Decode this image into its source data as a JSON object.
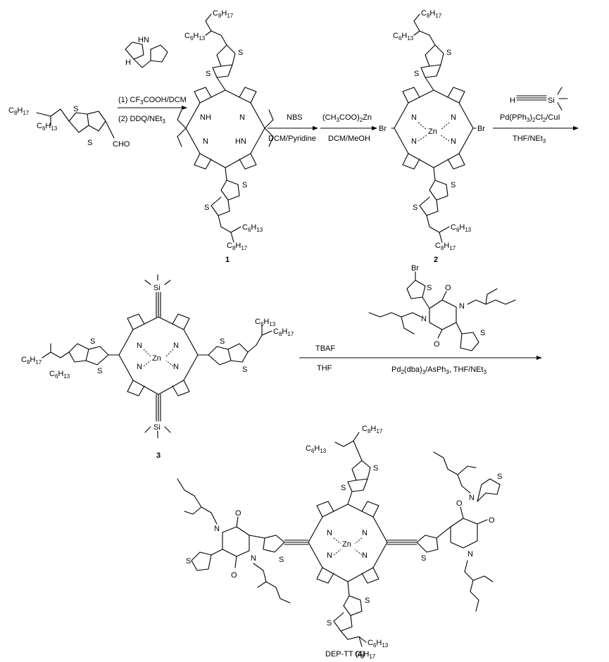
{
  "scheme": {
    "step1": {
      "reagent1": "(1) CF3COOH/DCM",
      "reagent2": "(2) DDQ/NEt3"
    },
    "step2": {
      "above": "NBS",
      "below": "DCM/Pyridine"
    },
    "step3": {
      "above": "(CH3COO)2Zn",
      "below": "DCM/MeOH"
    },
    "step4": {
      "above": "Pd(PPh3)2Cl2/CuI",
      "below": "THF/NEt3"
    },
    "step5": {
      "above": "TBAF",
      "below": "THF"
    },
    "step6": {
      "below": "Pd2(dba)3/AsPh3, THF/NEt3"
    },
    "compounds": {
      "c1": "1",
      "c2": "2",
      "c3": "3",
      "c4_name": "DEP-TT (",
      "c4_num": "4",
      "c4_close": ")"
    },
    "atoms": {
      "S": "S",
      "N": "N",
      "NH": "NH",
      "HN": "HN",
      "H": "H",
      "Zn": "Zn",
      "Br": "Br",
      "O": "O",
      "Si": "Si",
      "CHO": "CHO",
      "C8H17": "C8H17",
      "C6H13": "C6H13"
    }
  }
}
